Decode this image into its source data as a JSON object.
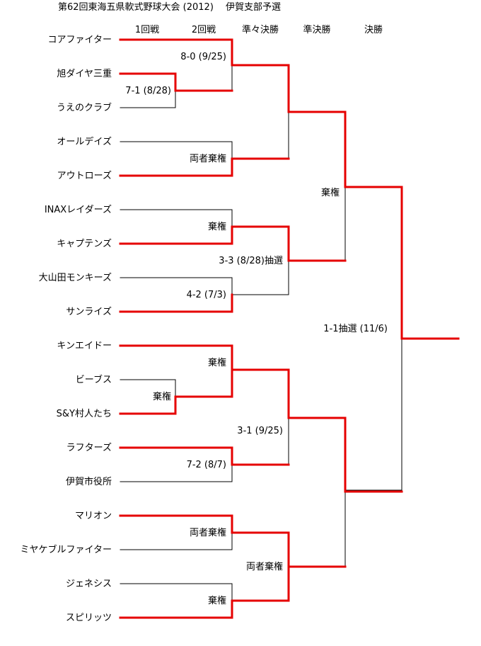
{
  "title": "第62回東海五県軟式野球大会 (2012)　 伊賀支部予選",
  "rounds": [
    "1回戦",
    "2回戦",
    "準々決勝",
    "準決勝",
    "決勝"
  ],
  "teams": [
    "コアファイター",
    "旭ダイヤ三重",
    "うえのクラブ",
    "オールデイズ",
    "アウトローズ",
    "INAXレイダーズ",
    "キャプテンズ",
    "大山田モンキーズ",
    "サンライズ",
    "キンエイドー",
    "ビーブス",
    "S&Y村人たち",
    "ラフターズ",
    "伊賀市役所",
    "マリオン",
    "ミヤケブルファイター",
    "ジェネシス",
    "スピリッツ"
  ],
  "results": {
    "r1_a": "7-1 (8/28)",
    "r1_b": "棄権",
    "r2_a": "8-0 (9/25)",
    "r2_b": "両者棄権",
    "r2_c": "棄権",
    "r2_d": "4-2 (7/3)",
    "r2_e": "棄権",
    "r2_f": "7-2 (8/7)",
    "r2_g": "両者棄権",
    "r2_h": "棄権",
    "qf_a": "3-3 (8/28)抽選",
    "qf_b": "3-1 (9/25)",
    "qf_c": "両者棄権",
    "sf_a": "棄権",
    "final": "1-1抽選 (11/6)"
  },
  "colors": {
    "winner_line": "#e60000",
    "loser_line": "#000000",
    "text": "#000000"
  }
}
